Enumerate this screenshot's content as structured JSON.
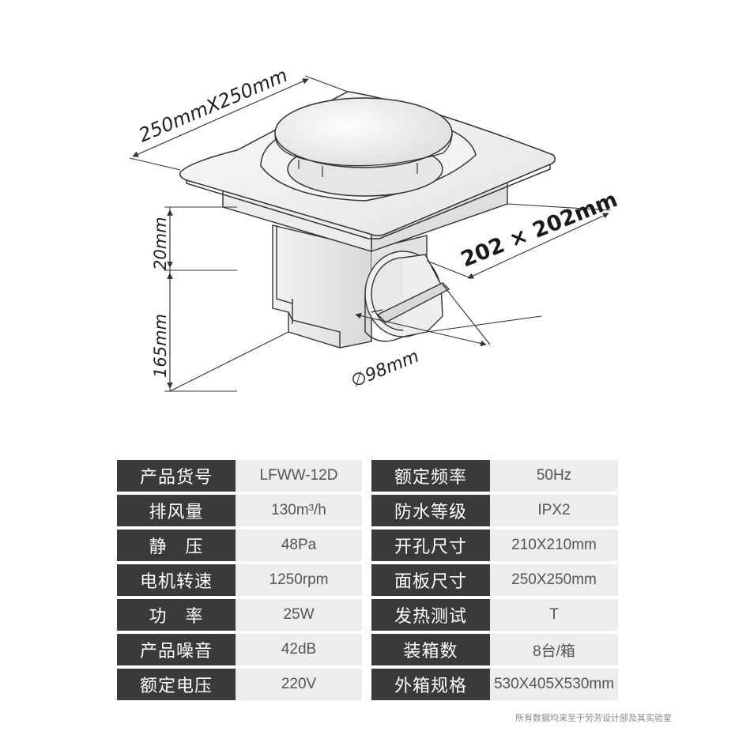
{
  "dimensions": {
    "panel": "250mmX250mm",
    "opening": "202 × 202mm",
    "height_top": "20mm",
    "height_body": "165mm",
    "duct": "∅98mm"
  },
  "specs": {
    "rows": [
      {
        "k1": "产品货号",
        "v1": "LFWW-12D",
        "k2": "额定频率",
        "v2": "50Hz"
      },
      {
        "k1": "排风量",
        "v1": "130m³/h",
        "k2": "防水等级",
        "v2": "IPX2"
      },
      {
        "k1": "静　压",
        "v1": "48Pa",
        "k2": "开孔尺寸",
        "v2": "210X210mm"
      },
      {
        "k1": "电机转速",
        "v1": "1250rpm",
        "k2": "面板尺寸",
        "v2": "250X250mm"
      },
      {
        "k1": "功　率",
        "v1": "25W",
        "k2": "发热测试",
        "v2": "T"
      },
      {
        "k1": "产品噪音",
        "v1": "42dB",
        "k2": "装箱数",
        "v2": "8台/箱"
      },
      {
        "k1": "额定电压",
        "v1": "220V",
        "k2": "外箱规格",
        "v2": "530X405X530mm"
      }
    ]
  },
  "footnote": "所有数据均来至于劳芳设计部及其实验室"
}
